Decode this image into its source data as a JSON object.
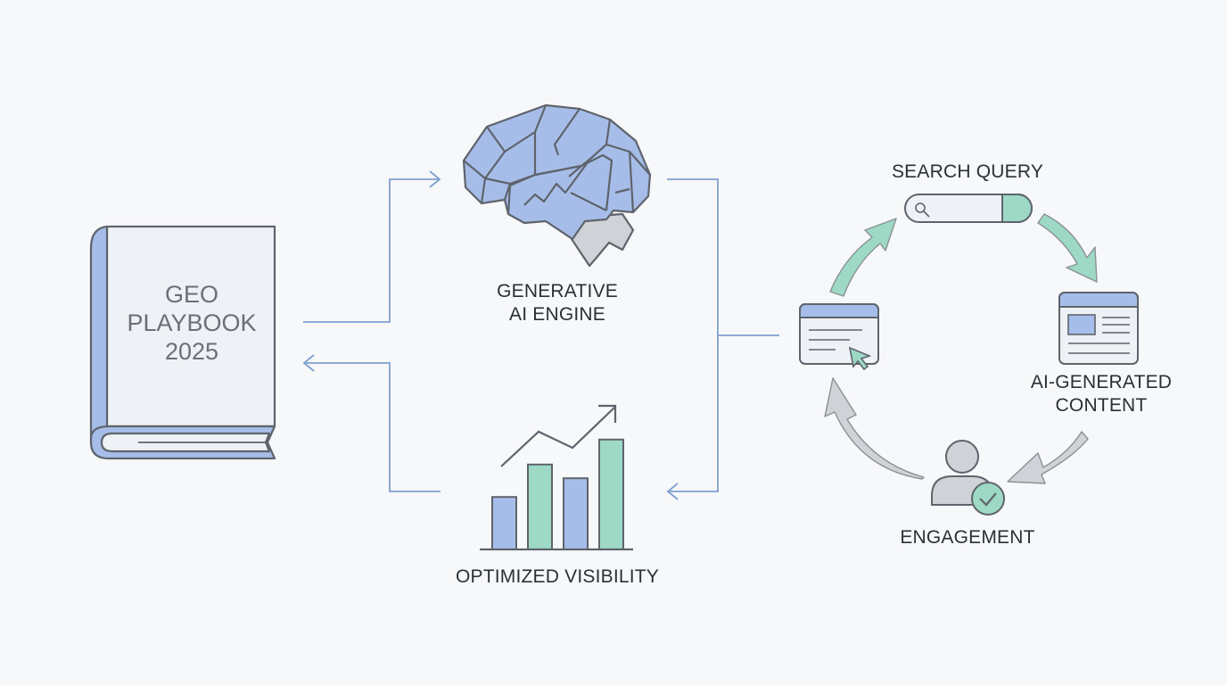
{
  "colors": {
    "background": "#f7f8fa",
    "connector": "#7f9fd0",
    "blue_fill": "#a7bde9",
    "teal_fill": "#9dd9c5",
    "gray_fill": "#cfd2d6",
    "outline": "#5e646c",
    "panel_fill": "#eef1f5"
  },
  "book": {
    "icon": "book-icon",
    "title_lines": [
      "GEO",
      "PLAYBOOK",
      "2025"
    ]
  },
  "engine": {
    "icon": "brain-icon",
    "label_lines": [
      "GENERATIVE",
      "AI ENGINE"
    ]
  },
  "visibility": {
    "icon": "bar-chart-trend-icon",
    "label": "OPTIMIZED VISIBILITY",
    "bars": [
      {
        "value": 0.42,
        "color": "blue"
      },
      {
        "value": 0.68,
        "color": "teal"
      },
      {
        "value": 0.57,
        "color": "blue"
      },
      {
        "value": 0.88,
        "color": "teal"
      }
    ]
  },
  "cycle": {
    "search": {
      "label": "SEARCH QUERY",
      "icon": "search-bar-icon"
    },
    "content": {
      "label_lines": [
        "AI-GENERATED",
        "CONTENT"
      ],
      "icon": "article-window-icon"
    },
    "engagement": {
      "label": "ENGAGEMENT",
      "icon": "user-check-icon"
    },
    "click": {
      "icon": "browser-click-icon"
    }
  }
}
